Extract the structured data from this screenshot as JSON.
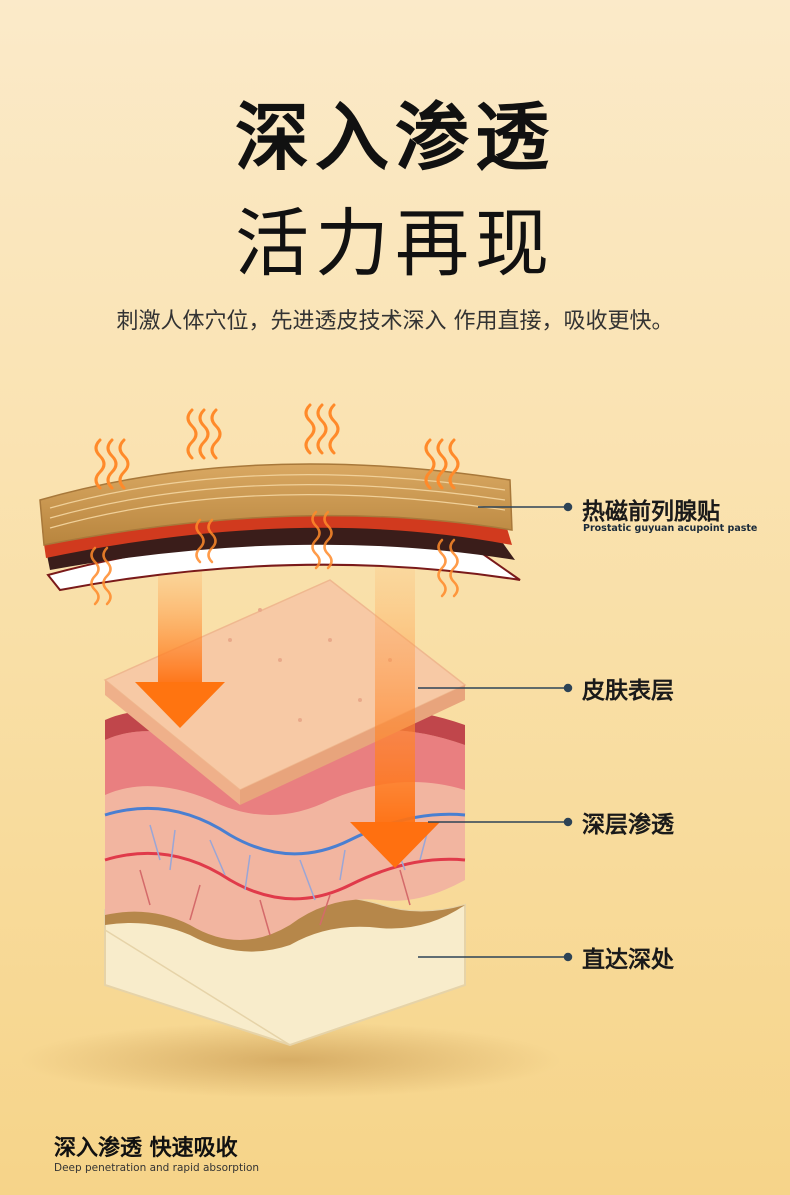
{
  "header": {
    "title_line1": "深入渗透",
    "title_line2": "活力再现",
    "subtitle": "刺激人体穴位，先进透皮技术深入 作用直接，吸收更快。"
  },
  "labels": {
    "patch": {
      "cn": "热磁前列腺贴",
      "en": "Prostatic guyuan acupoint paste"
    },
    "epidermis": {
      "cn": "皮肤表层"
    },
    "deep": {
      "cn": "深层渗透"
    },
    "direct": {
      "cn": "直达深处"
    }
  },
  "footer": {
    "cn": "深入渗透 快速吸收",
    "en": "Deep penetration and rapid absorption"
  },
  "colors": {
    "patch": "#c8954f",
    "epidermis": "#f7c9a5",
    "dermis": "#e97f80",
    "arrow": "#ff7a10",
    "connector": "#2d4356"
  }
}
